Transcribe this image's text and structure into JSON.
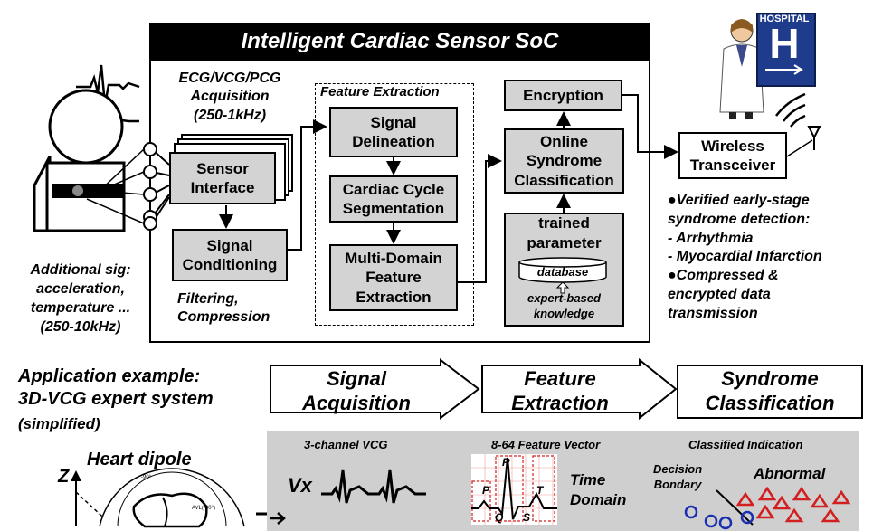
{
  "soc": {
    "title": "Intelligent Cardiac Sensor SoC",
    "acquisition_label": "ECG/VCG/PCG\nAcquisition\n(250-1kHz)",
    "sensor_interface": "Sensor\nInterface",
    "signal_conditioning": "Signal\nConditioning",
    "filtering_label": "Filtering,\nCompression",
    "feature_extraction_title": "Feature Extraction",
    "signal_delineation": "Signal\nDelineation",
    "cardiac_cycle": "Cardiac Cycle\nSegmentation",
    "multi_domain": "Multi-Domain\nFeature\nExtraction",
    "encryption": "Encryption",
    "online_syndrome": "Online\nSyndrome\nClassification",
    "trained_parameter": "trained\nparameter",
    "database": "database",
    "expert_knowledge": "expert-based\nknowledge"
  },
  "left": {
    "additional_sig": "Additional sig:\nacceleration,\ntemperature ...\n(250-10kHz)"
  },
  "right": {
    "hospital_sign": "HOSPITAL",
    "hospital_letter": "H",
    "wireless": "Wireless\nTransceiver",
    "bullets": "●Verified early-stage\nsyndrome detection:\n- Arrhythmia\n- Myocardial Infarction\n●Compressed &\nencrypted data\ntransmission"
  },
  "application": {
    "title": "Application example:\n3D-VCG expert system",
    "subtitle": "(simplified)",
    "steps": [
      "Signal\nAcquisition",
      "Feature\nExtraction",
      "Syndrome\nClassification"
    ]
  },
  "bottom": {
    "heart_dipole": "Heart dipole",
    "z_axis": "Z",
    "vcg_title": "3-channel VCG",
    "vx_label": "Vx",
    "feature_vector_title": "8-64 Feature Vector",
    "time_domain": "Time\nDomain",
    "wave_p": "P",
    "wave_q": "Q",
    "wave_r": "R",
    "wave_s": "S",
    "wave_t": "T",
    "classified_title": "Classified Indication",
    "decision_boundary": "Decision\nBondary",
    "abnormal": "Abnormal",
    "polar_top": "-90°",
    "polar_right": "AVL(-30°)"
  },
  "colors": {
    "dark": "#000000",
    "gray_panel": "#cfcfcf",
    "hospital_blue": "#1f3c8c",
    "red_box": "#d22020",
    "blue_circle": "#1a2fb0"
  }
}
